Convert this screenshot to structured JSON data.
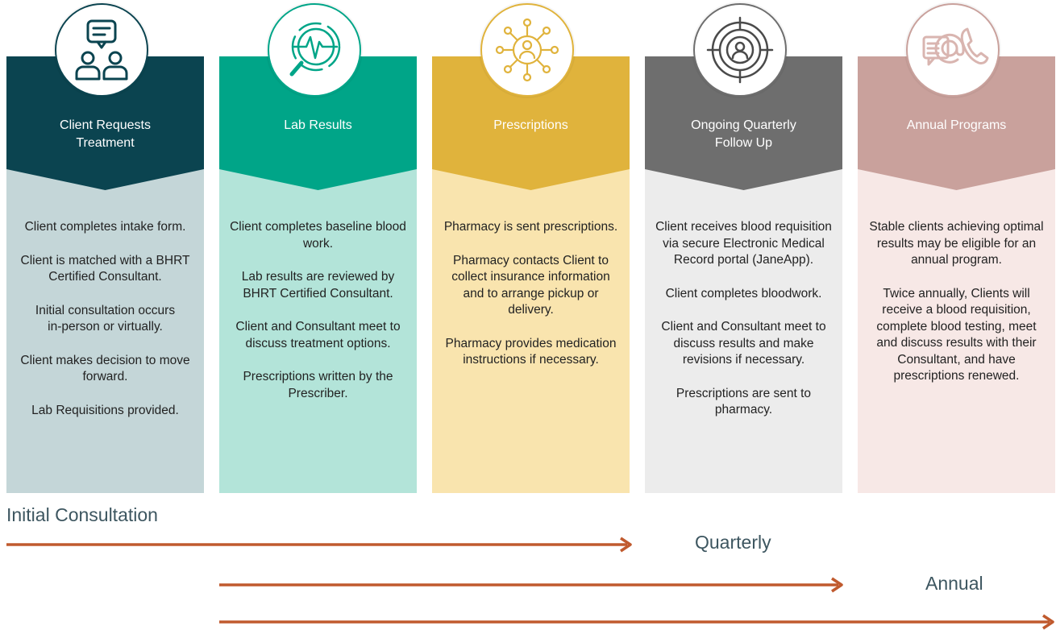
{
  "colors": {
    "step1_header": "#0b4450",
    "step1_body": "#c4d6d8",
    "step2_header": "#00a588",
    "step2_body": "#b3e4d9",
    "step3_header": "#e0b33c",
    "step3_body": "#f9e4ae",
    "step4_header": "#6e6e6e",
    "step4_body": "#ececec",
    "step5_header": "#c9a19c",
    "step5_body": "#f7e8e6",
    "arrow": "#c05a2e"
  },
  "steps": [
    {
      "icon": "chat-people-icon",
      "title": "Client Requests\nTreatment",
      "paragraphs": [
        "Client completes intake form.",
        "Client is matched with a BHRT Certified Consultant.",
        "Initial consultation occurs\nin-person or virtually.",
        "Client makes decision to move forward.",
        "Lab Requisitions provided."
      ]
    },
    {
      "icon": "magnifier-heartbeat-icon",
      "title": "Lab Results",
      "paragraphs": [
        "Client completes baseline blood work.",
        "Lab results are reviewed by BHRT Certified Consultant.",
        "Client and Consultant meet to discuss treatment options.",
        "Prescriptions written by the Prescriber."
      ]
    },
    {
      "icon": "person-network-icon",
      "title": "Prescriptions",
      "paragraphs": [
        "Pharmacy is sent prescriptions.",
        "Pharmacy contacts Client to collect insurance information and to arrange pickup or delivery.",
        "Pharmacy provides medication instructions if necessary."
      ]
    },
    {
      "icon": "target-person-icon",
      "title": "Ongoing Quarterly\nFollow Up",
      "paragraphs": [
        "Client receives blood requisition via secure Electronic Medical Record portal (JaneApp).",
        "Client completes bloodwork.",
        "Client and Consultant meet to discuss results and make revisions if necessary.",
        "Prescriptions are sent to pharmacy."
      ]
    },
    {
      "icon": "email-phone-icon",
      "title": "Annual Programs",
      "paragraphs": [
        "Stable clients achieving optimal results may be eligible for an annual program.",
        "Twice annually, Clients will receive a blood requisition,  complete blood testing, meet and discuss results with their Consultant, and have prescriptions renewed."
      ]
    }
  ],
  "timeline": {
    "initial": "Initial Consultation",
    "quarterly": "Quarterly",
    "annual": "Annual"
  }
}
